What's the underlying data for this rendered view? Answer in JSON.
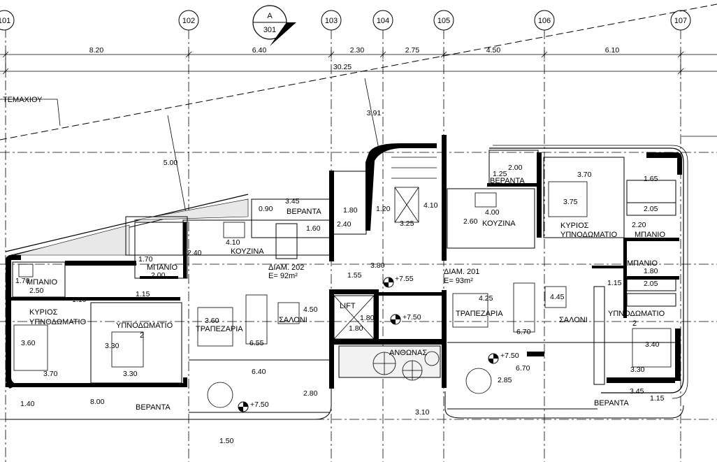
{
  "grid_axes": [
    "101",
    "102",
    "103",
    "104",
    "105",
    "106",
    "107"
  ],
  "section_marker": {
    "letter": "A",
    "number": "301"
  },
  "dims_top": [
    "8.20",
    "6.40",
    "2.30",
    "2.75",
    "4.50",
    "6.10"
  ],
  "overall_width": "30.25",
  "plot_label": "ΤΕΜΑΧΙΟΥ",
  "diagonal_dims": [
    "5.00",
    "3.91"
  ],
  "apartments": {
    "a202": {
      "name": "ΔΙΑΜ. 202",
      "area": "E= 92m²"
    },
    "a201": {
      "name": "ΔΙΑΜ. 201",
      "area": "E= 93m²"
    }
  },
  "rooms": {
    "veranda": "ΒΕΡΑΝΤΑ",
    "kitchen": "ΚΟΥΖΙΝΑ",
    "bath": "ΜΠΑΝΙΟ",
    "master": "ΚΥΡΙΟΣ",
    "bedroom_word": "ΥΠΝΟΔΩΜΑΤΙΟ",
    "bedroom2": "ΥΠΝΟΔΩΜΑΤΙΟ",
    "bedroom2_num": "2",
    "dining": "ΤΡΑΠΕΖΑΡΙΑ",
    "living": "ΣΑΛΟΝΙ",
    "lift": "LIFT",
    "garden": "ΑΝΘΩΝΑΣ",
    "master_combined": "ΥΠΝΟΔΩΜΑΤΙΟ"
  },
  "levels": [
    "+7.55",
    "+7.50",
    "+7.50",
    "+7.50"
  ],
  "room_dims": {
    "d345": "3.45",
    "d090": "0.90",
    "d180a": "1.80",
    "d120": "1.20",
    "d410a": "4.10",
    "d160": "1.60",
    "d240a": "2.40",
    "d325": "3.25",
    "d240b": "2.40",
    "d410b": "4.10",
    "d170a": "1.70",
    "d200a": "2.00",
    "d170b": "1.70",
    "d250": "2.50",
    "d110": "1.10",
    "d115a": "1.15",
    "d380": "3.80",
    "d155": "1.55",
    "d360a": "3.60",
    "d450": "4.50",
    "d180b": "1.80",
    "d180c": "1.80",
    "d360b": "3.60",
    "d330a": "3.30",
    "d655": "6.55",
    "d370a": "3.70",
    "d330b": "3.30",
    "d640": "6.40",
    "d280": "2.80",
    "d140": "1.40",
    "d800": "8.00",
    "d150": "1.50",
    "d310": "3.10",
    "d125": "1.25",
    "d200b": "2.00",
    "d370b": "3.70",
    "d165": "1.65",
    "d375": "3.75",
    "d205a": "2.05",
    "d400": "4.00",
    "d260": "2.60",
    "d220": "2.20",
    "d180d": "1.80",
    "d115b": "1.15",
    "d205b": "2.05",
    "d425": "4.25",
    "d445": "4.45",
    "d670a": "6.70",
    "d340": "3.40",
    "d330c": "3.30",
    "d670b": "6.70",
    "d285": "2.85",
    "d345b": "3.45",
    "d115c": "1.15"
  }
}
